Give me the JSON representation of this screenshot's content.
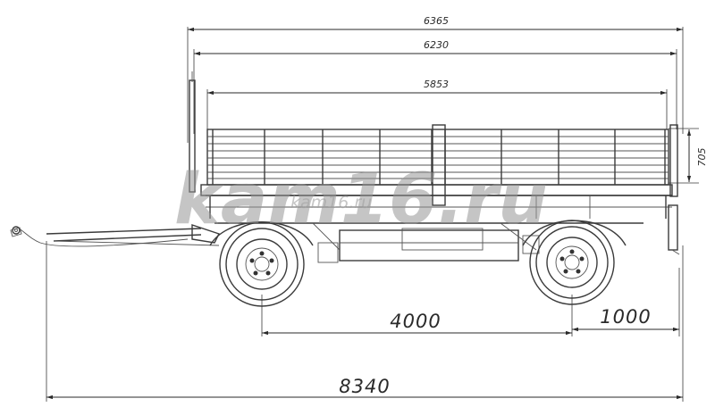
{
  "dimensions": {
    "overall_length": "8340",
    "platform_length": "6365",
    "side_length": "6230",
    "inner_length": "5853",
    "side_height": "705",
    "wheelbase": "4000",
    "rear_overhang": "1000"
  },
  "watermark": {
    "main": "kam16.ru",
    "small": "kam16.ru"
  },
  "colors": {
    "line": "#3b3b3b",
    "watermark": "#969696",
    "background": "#ffffff"
  }
}
